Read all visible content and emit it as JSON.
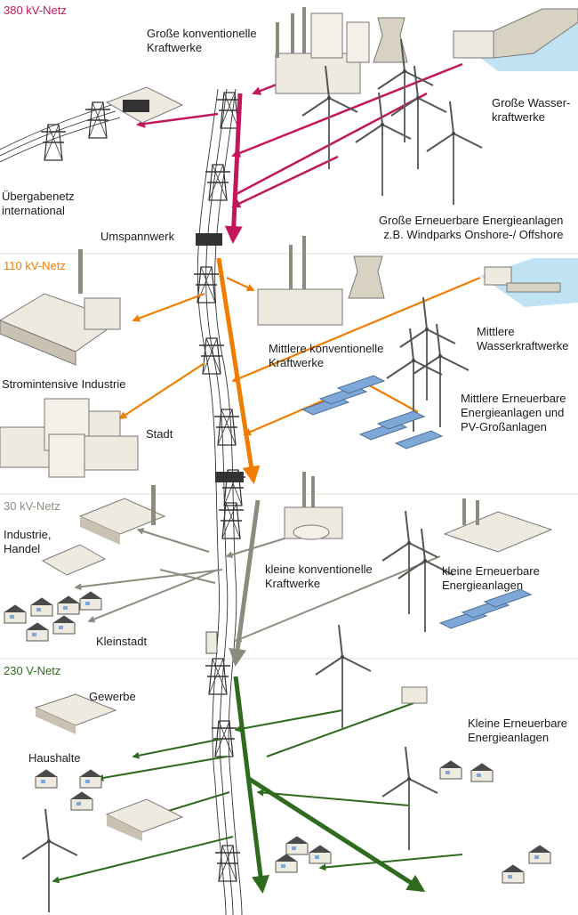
{
  "colors": {
    "kv380": "#c2185b",
    "kv110": "#ef7d00",
    "kv30": "#8c8c7e",
    "v230": "#2e6b1f",
    "divider": "#e7dccf",
    "building_light": "#efeadf",
    "building_dark": "#c9c2b2",
    "water": "#bfe3f3",
    "solar": "#7ea8d8"
  },
  "sections": {
    "kv380": "380 kV-Netz",
    "kv110": "110 kV-Netz",
    "kv30": "30 kV-Netz",
    "v230": "230 V-Netz"
  },
  "labels": {
    "grosse_konv": "Große konventionelle\nKraftwerke",
    "grosse_wasser": "Große Wasser-\nkraftwerke",
    "uebergabe": "Übergabenetz\ninternational",
    "grosse_ee": "Große Erneuerbare Energieanlagen\nz.B. Windparks Onshore-/ Offshore",
    "umspannwerk": "Umspannwerk",
    "mittlere_konv": "Mittlere konventionelle\nKraftwerke",
    "mittlere_wasser": "Mittlere\nWasserkraftwerke",
    "industrie": "Stromintensive Industrie",
    "stadt": "Stadt",
    "mittlere_ee": "Mittlere Erneuerbare\nEnergieanlagen und\nPV-Großanlagen",
    "industrie_handel": "Industrie,\nHandel",
    "kleine_konv": "kleine konventionelle\nKraftwerke",
    "kleine_ee_30": "kleine Erneuerbare\nEnergieanlagen",
    "kleinstadt": "Kleinstadt",
    "gewerbe": "Gewerbe",
    "haushalte": "Haushalte",
    "kleine_ee_230": "Kleine Erneuerbare\nEnergieanlagen"
  }
}
